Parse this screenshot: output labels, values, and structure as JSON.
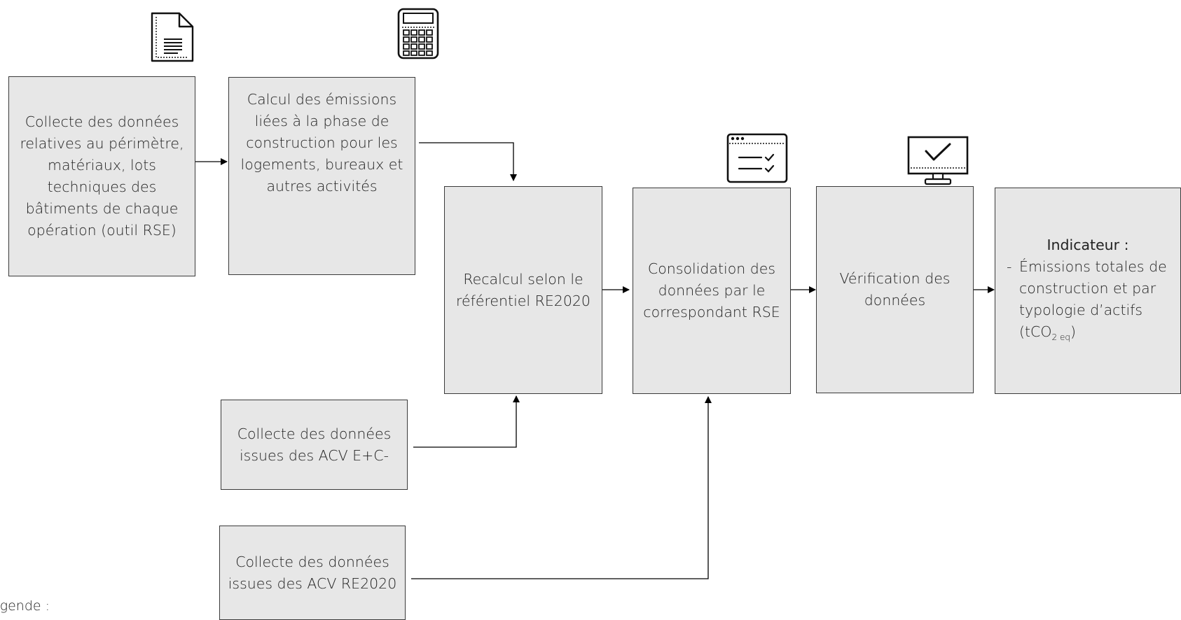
{
  "boxes": {
    "collecte_rse": "Collecte des données relatives au périmètre, matériaux, lots techniques des bâtiments de chaque opération (outil RSE)",
    "calcul": "Calcul des émissions liées à la phase de construction pour les logements, bureaux et autres activités",
    "recalcul": "Recalcul selon le référentiel RE2020",
    "consolidation": "Consolidation des données par le correspondant RSE",
    "verification": "Vérification des données",
    "collecte_acv_ec": "Collecte des données issues des ACV E+C-",
    "collecte_acv_re2020": "Collecte des données issues des ACV RE2020"
  },
  "indicateur": {
    "title": "Indicateur",
    "title_suffix": " :",
    "dash": "-",
    "item_main": "Émissions totales de construction et par typologie d’actifs (tCO",
    "item_sub": "2 eq",
    "item_end": ")"
  },
  "legend": {
    "label": "égende :"
  },
  "icons": [
    "document-icon",
    "calculator-icon",
    "browser-checklist-icon",
    "monitor-check-icon"
  ],
  "colors": {
    "box_fill": "#e7e7e7",
    "border": "#3a3a3a",
    "arrow": "#000000"
  }
}
